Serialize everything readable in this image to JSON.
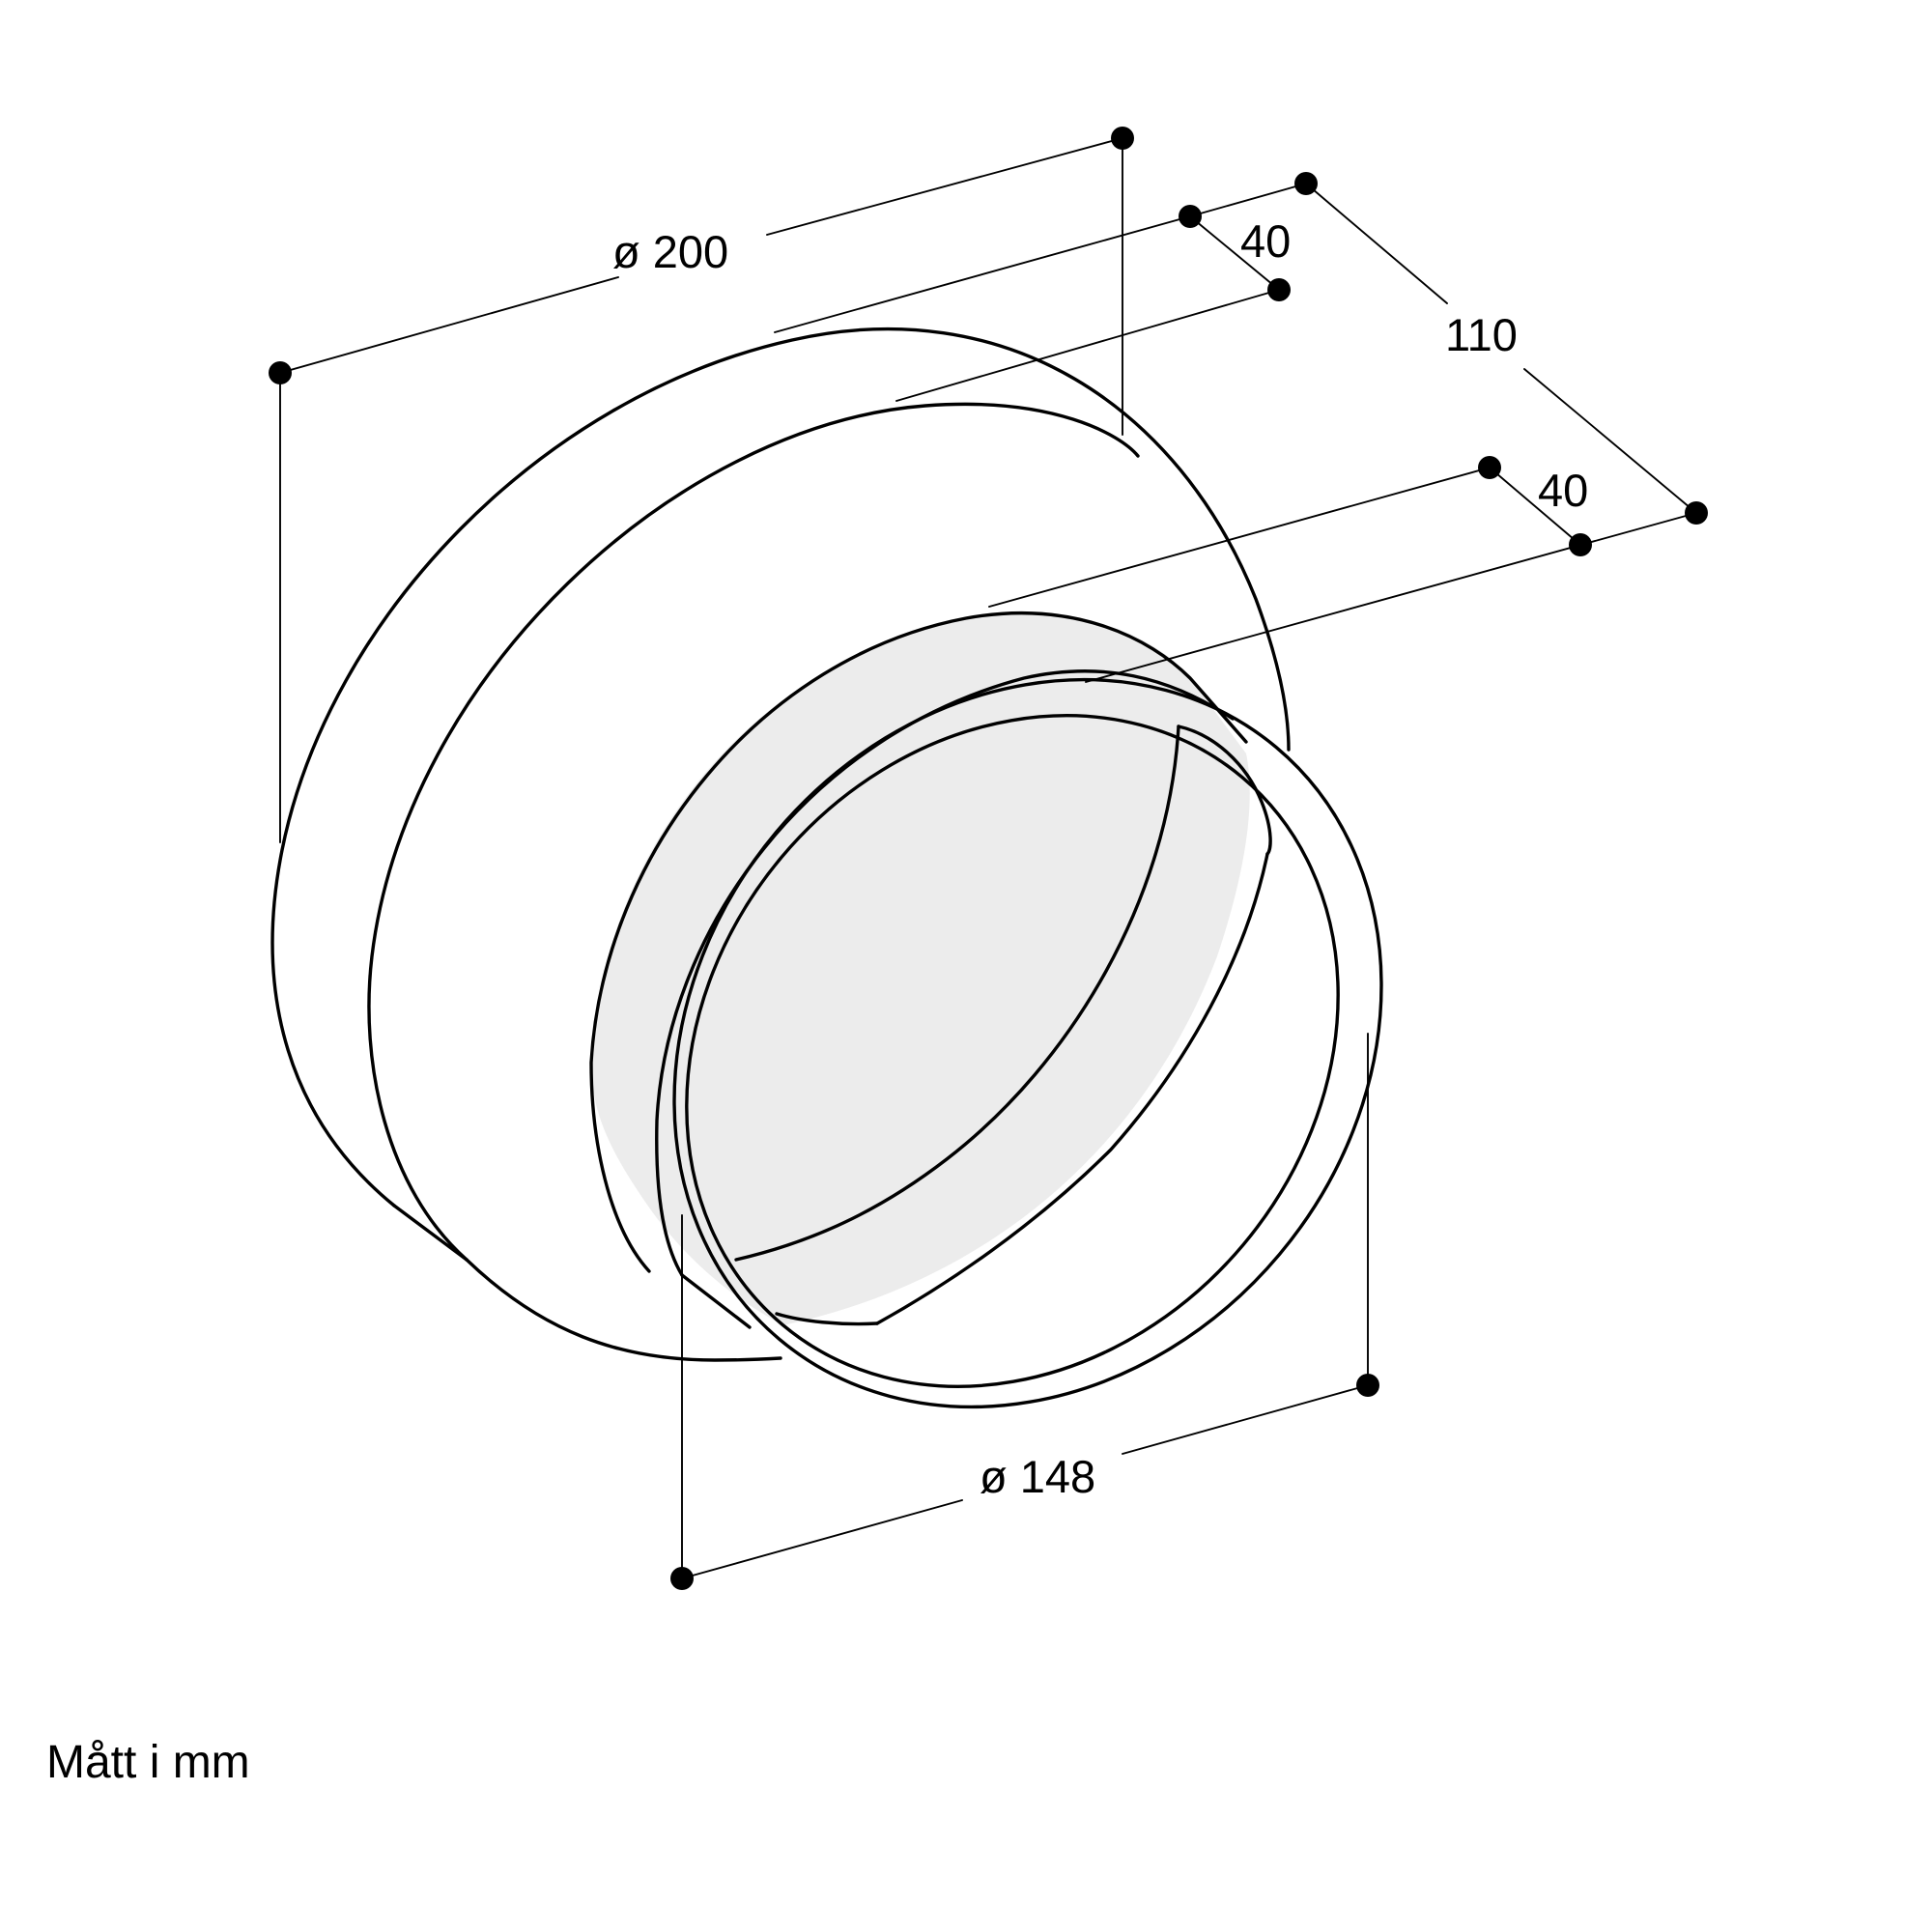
{
  "dimensions": {
    "outer_diameter": "ø 200",
    "inner_diameter": "ø 148",
    "depth_total": "110",
    "collar_top": "40",
    "collar_bottom": "40"
  },
  "caption": "Mått i mm",
  "colors": {
    "line": "#000000",
    "shade": "#ececec",
    "background": "#ffffff"
  }
}
